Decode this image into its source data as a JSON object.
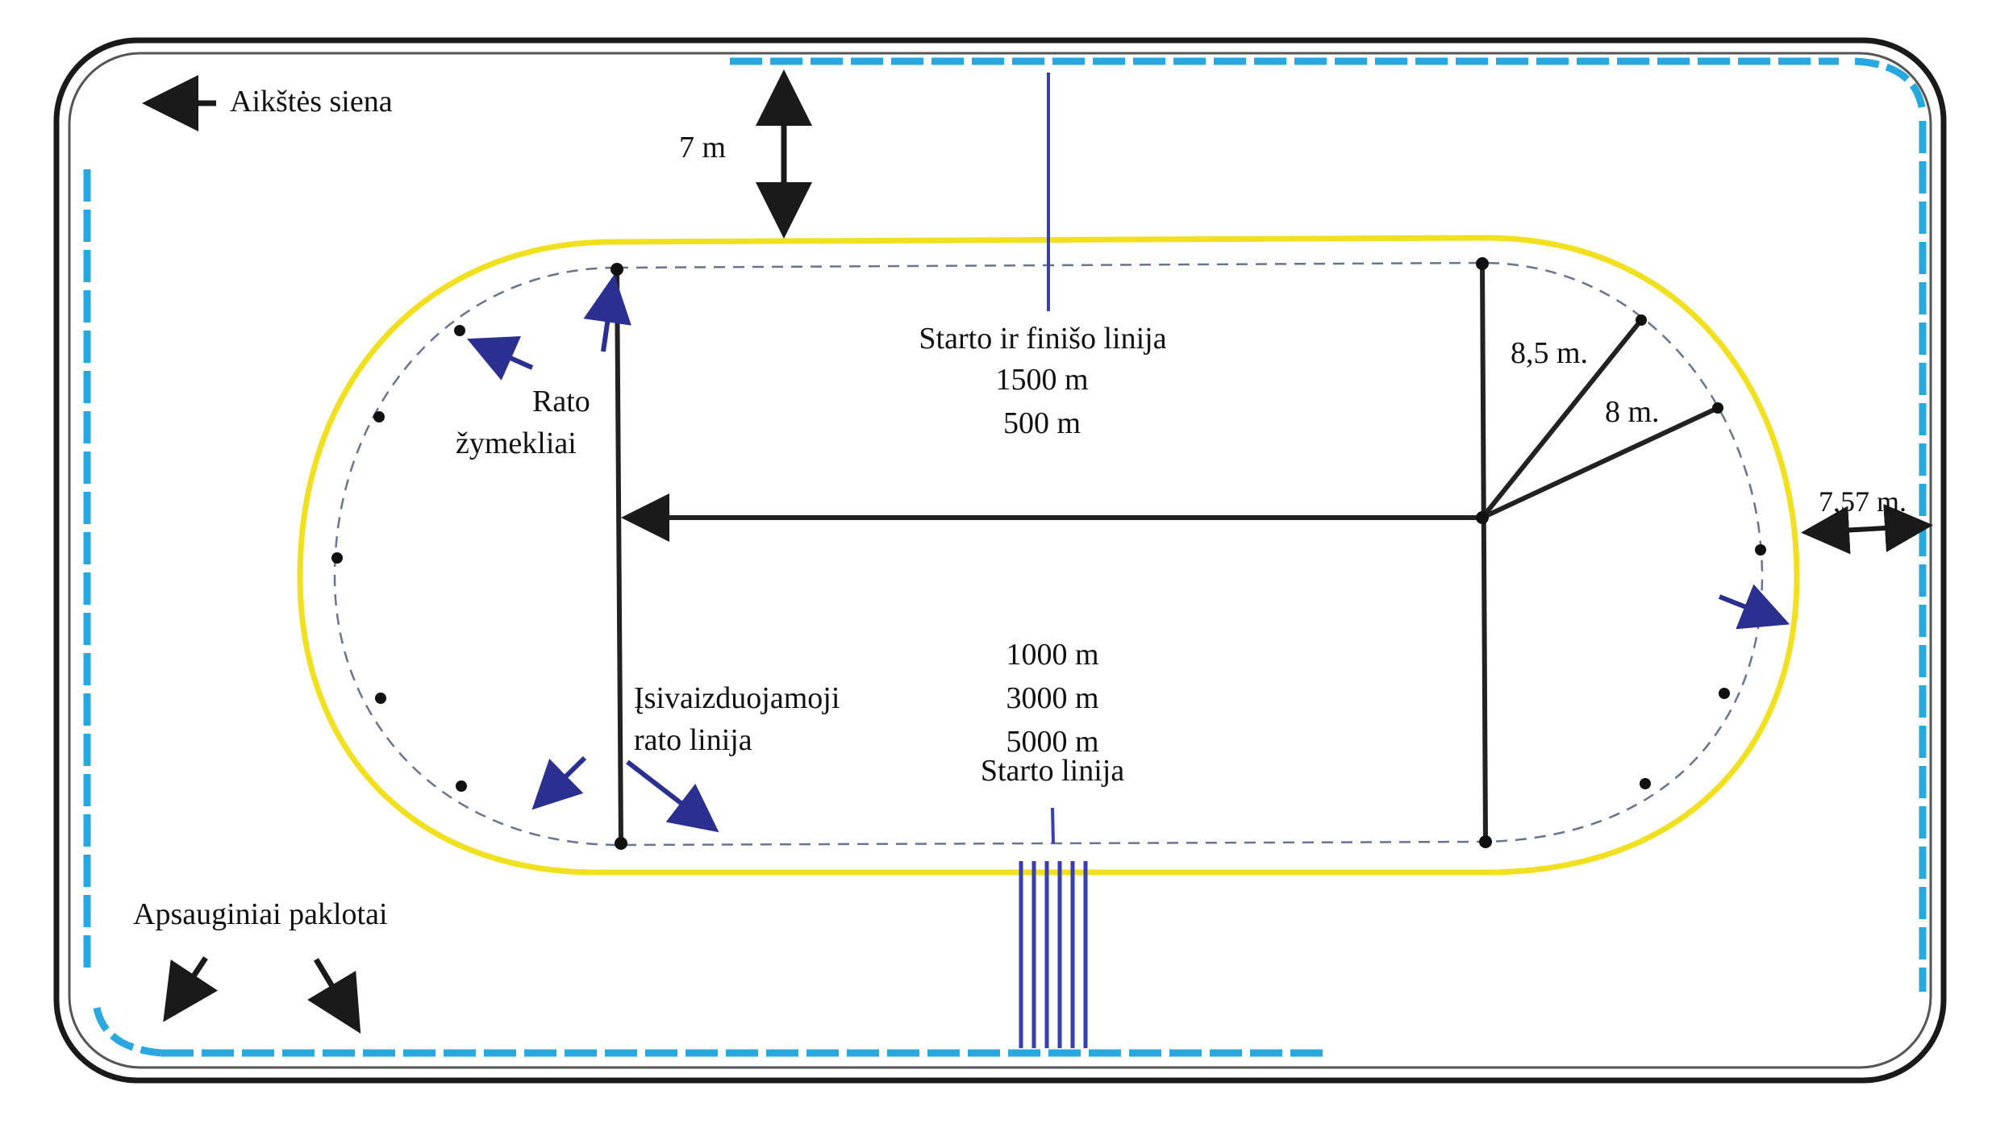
{
  "labels": {
    "wall": "Aikštės siena",
    "distance_7m": "7 m",
    "start_finish_title": "Starto ir finišo linija",
    "start_finish_d1": "1500 m",
    "start_finish_d2": "500 m",
    "lap_markers_1": "Rato",
    "lap_markers_2": "žymekliai",
    "radius_85": "8,5 m.",
    "radius_8": "8 m.",
    "radius_757": "7,57 m.",
    "start_d1": "1000 m",
    "start_d2": "3000 m",
    "start_d3": "5000 m",
    "start_line": "Starto linija",
    "imaginary_1": "Įsivaizduojamoji",
    "imaginary_2": "rato linija",
    "protective_pads": "Apsauginiai paklotai"
  },
  "colors": {
    "wall": "#1a1a1a",
    "pads": "#29a8e0",
    "track": "#f0e020",
    "line": "#222222",
    "arrow_blue": "#2b2f8f",
    "start_line_blue": "#3a3fb0"
  }
}
